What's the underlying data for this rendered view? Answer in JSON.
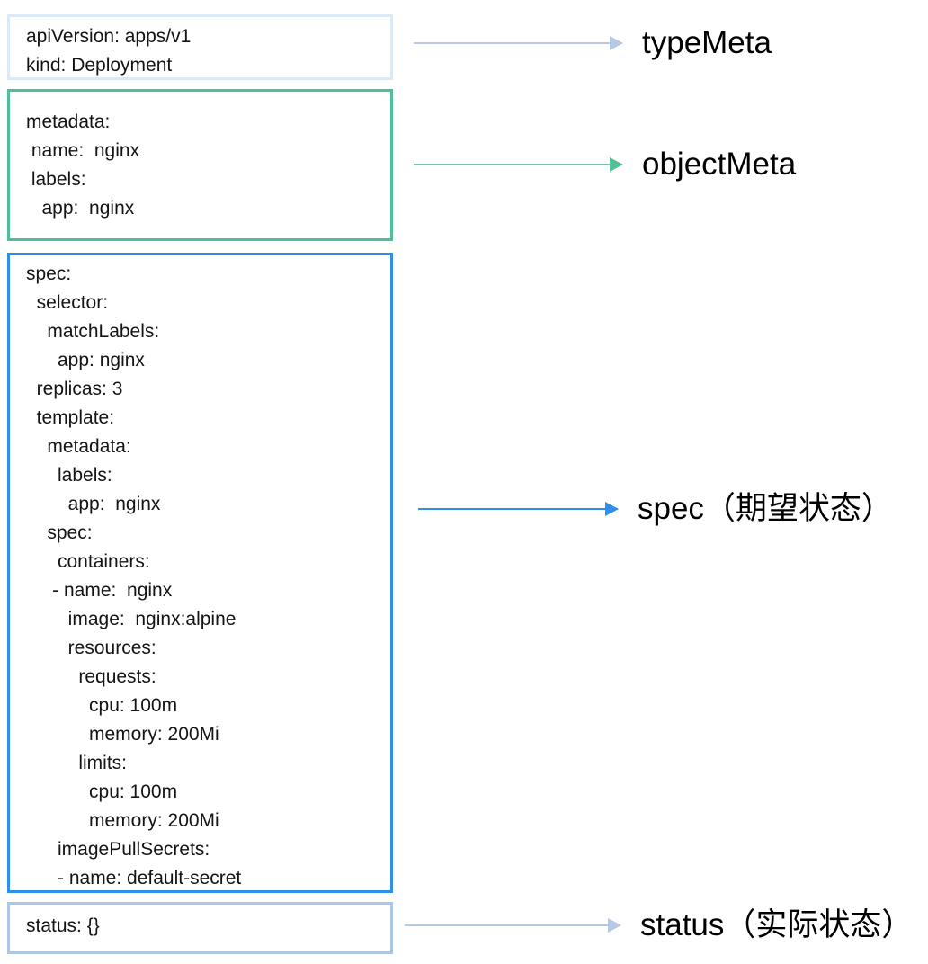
{
  "diagram": {
    "type": "kubernetes-deployment-yaml-annotated",
    "boxes": [
      {
        "id": "typeMeta",
        "border_color": "#dce9f7",
        "lines": [
          "apiVersion: apps/v1",
          "kind: Deployment"
        ]
      },
      {
        "id": "objectMeta",
        "border_color": "#4fbf95",
        "lines": [
          "metadata:",
          " name:  nginx",
          " labels:",
          "   app:  nginx"
        ]
      },
      {
        "id": "spec",
        "border_color": "#2f8fee",
        "lines": [
          "spec:",
          "  selector:",
          "    matchLabels:",
          "      app: nginx",
          "  replicas: 3",
          "  template:",
          "    metadata:",
          "      labels:",
          "        app:  nginx",
          "    spec:",
          "      containers:",
          "     - name:  nginx",
          "        image:  nginx:alpine",
          "        resources:",
          "          requests:",
          "            cpu: 100m",
          "            memory: 200Mi",
          "          limits:",
          "            cpu: 100m",
          "            memory: 200Mi",
          "      imagePullSecrets:",
          "      - name: default-secret"
        ]
      },
      {
        "id": "status",
        "border_color": "#adc6e4",
        "lines": [
          "status: {}"
        ]
      }
    ],
    "annotations": [
      {
        "id": "typeMeta",
        "label": "typeMeta",
        "arrow_color": "#b6c8e4"
      },
      {
        "id": "objectMeta",
        "label": "objectMeta",
        "arrow_color": "#56bf96"
      },
      {
        "id": "spec",
        "label": "spec（期望状态）",
        "arrow_color": "#2f8fee"
      },
      {
        "id": "status",
        "label": "status（实际状态）",
        "arrow_color": "#b6c8e4"
      }
    ]
  }
}
